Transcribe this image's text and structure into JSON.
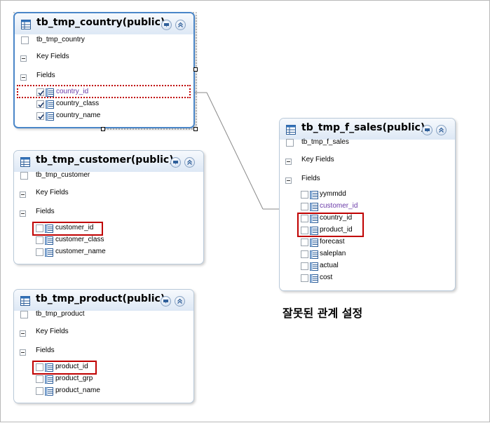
{
  "tables": [
    {
      "name": "tb_tmp_country(public)",
      "subtitle": "tb_tmp_country",
      "key_fields_label": "Key Fields",
      "fields_label": "Fields",
      "fields": [
        {
          "name": "country_id",
          "checked": true,
          "purple": true
        },
        {
          "name": "country_class",
          "checked": true,
          "purple": false
        },
        {
          "name": "country_name",
          "checked": true,
          "purple": false
        }
      ]
    },
    {
      "name": "tb_tmp_customer(public)",
      "subtitle": "tb_tmp_customer",
      "key_fields_label": "Key Fields",
      "fields_label": "Fields",
      "fields": [
        {
          "name": "customer_id",
          "checked": false,
          "purple": false
        },
        {
          "name": "customer_class",
          "checked": false,
          "purple": false
        },
        {
          "name": "customer_name",
          "checked": false,
          "purple": false
        }
      ]
    },
    {
      "name": "tb_tmp_product(public)",
      "subtitle": "tb_tmp_product",
      "key_fields_label": "Key Fields",
      "fields_label": "Fields",
      "fields": [
        {
          "name": "product_id",
          "checked": false,
          "purple": false
        },
        {
          "name": "product_grp",
          "checked": false,
          "purple": false
        },
        {
          "name": "product_name",
          "checked": false,
          "purple": false
        }
      ]
    },
    {
      "name": "tb_tmp_f_sales(public)",
      "subtitle": "tb_tmp_f_sales",
      "key_fields_label": "Key Fields",
      "fields_label": "Fields",
      "fields": [
        {
          "name": "yymmdd",
          "checked": false,
          "purple": false
        },
        {
          "name": "customer_id",
          "checked": false,
          "purple": true
        },
        {
          "name": "country_id",
          "checked": false,
          "purple": false
        },
        {
          "name": "product_id",
          "checked": false,
          "purple": false
        },
        {
          "name": "forecast",
          "checked": false,
          "purple": false
        },
        {
          "name": "saleplan",
          "checked": false,
          "purple": false
        },
        {
          "name": "actual",
          "checked": false,
          "purple": false
        },
        {
          "name": "cost",
          "checked": false,
          "purple": false
        }
      ]
    }
  ],
  "caption": "잘못된 관계 설정",
  "colors": {
    "highlight_red": "#c00000",
    "relation_line": "#8a8a8a",
    "header_gradient_top": "#f6f9fd",
    "header_gradient_bottom": "#dde8f5",
    "purple_text": "#6a3aa8"
  },
  "icons": {
    "table": "table-icon",
    "field": "field-icon",
    "menu_button": "dropdown-menu-icon",
    "collapse_button": "collapse-up-icon"
  }
}
